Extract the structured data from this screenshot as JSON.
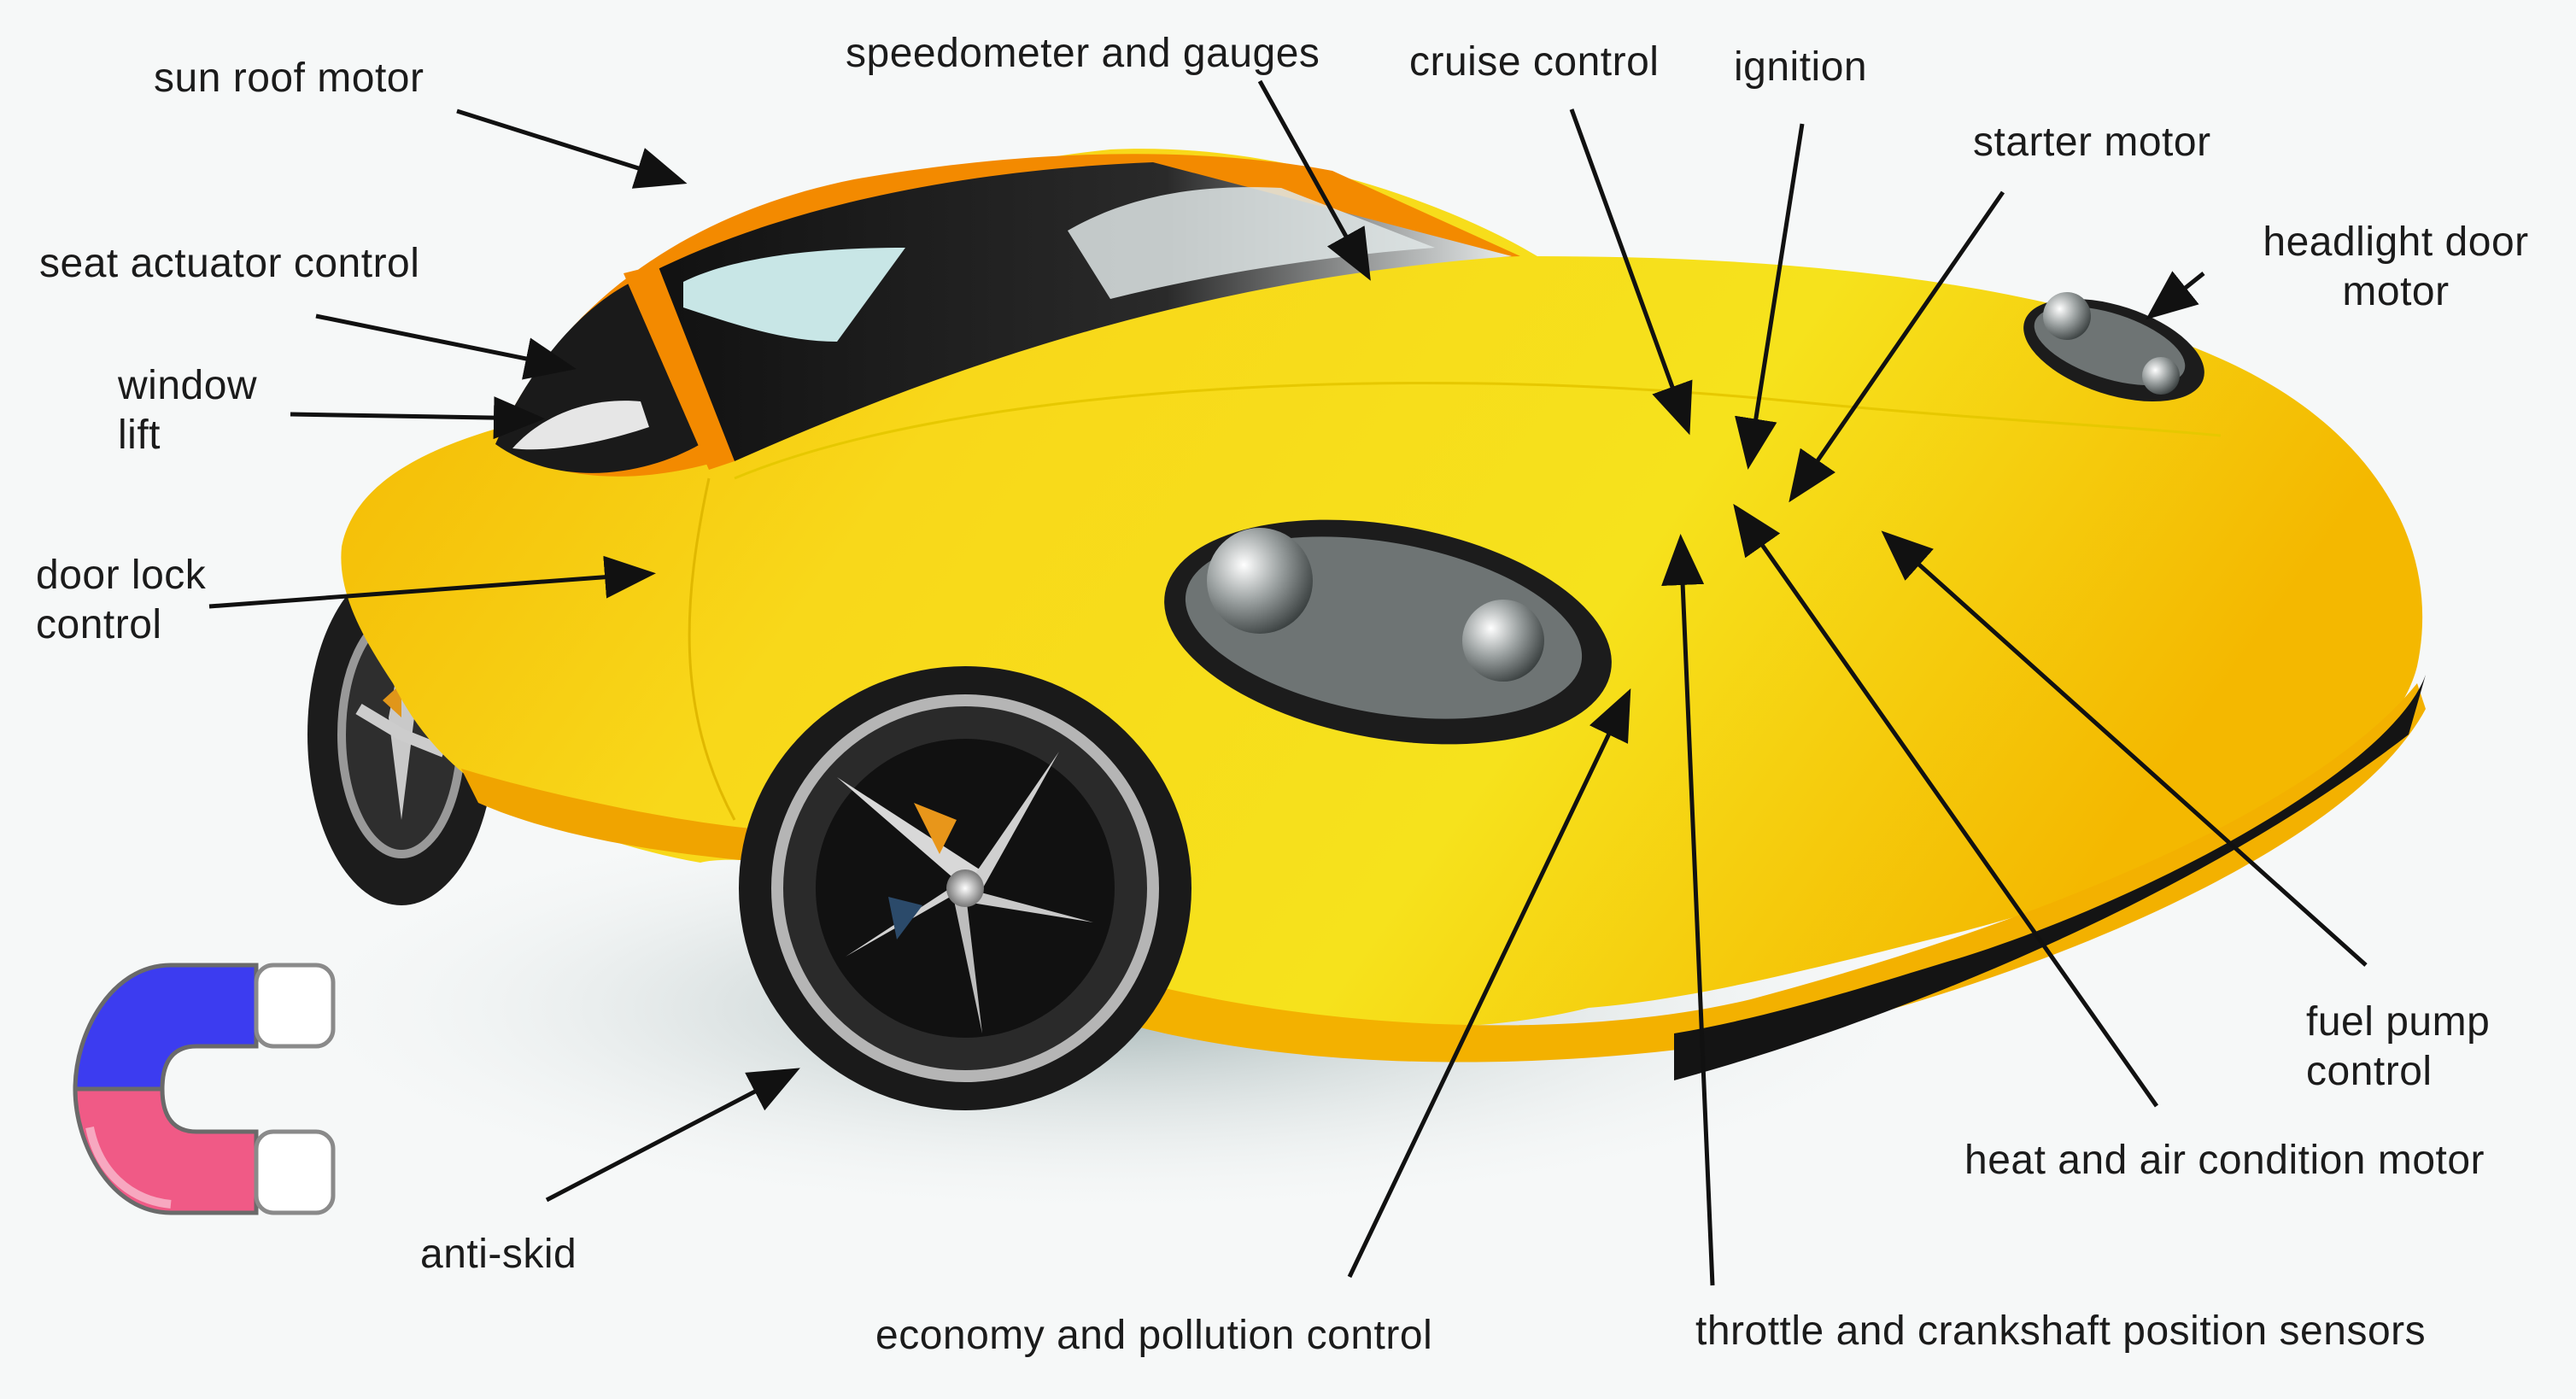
{
  "labels": {
    "sun_roof_motor": "sun roof motor",
    "speedometer": "speedometer and gauges",
    "cruise_control": "cruise control",
    "ignition": "ignition",
    "starter_motor": "starter motor",
    "headlight_door_motor_l1": "headlight door",
    "headlight_door_motor_l2": "motor",
    "seat_actuator": "seat actuator control",
    "window_lift_l1": "window",
    "window_lift_l2": "lift",
    "door_lock_l1": "door lock",
    "door_lock_l2": "control",
    "fuel_pump_l1": "fuel pump",
    "fuel_pump_l2": "control",
    "heat_air": "heat and air condition motor",
    "anti_skid": "anti-skid",
    "economy_pollution": "economy and pollution control",
    "throttle_crankshaft": "throttle and crankshaft position sensors"
  },
  "colors": {
    "car_body": "#f7d21a",
    "car_shade": "#f2a200",
    "glass": "#1a1a1a",
    "arrow": "#111111",
    "magnet_blue": "#3c3cf0",
    "magnet_red": "#f0507a"
  }
}
